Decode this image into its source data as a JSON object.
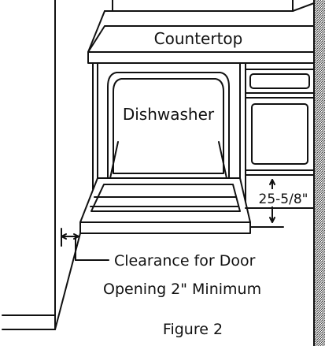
{
  "diagram": {
    "labels": {
      "countertop": "Countertop",
      "dishwasher": "Dishwasher",
      "dimension": "25-5/8\"",
      "clearance_line1": "Clearance for Door",
      "clearance_line2": "Opening 2\" Minimum",
      "figure_caption": "Figure 2"
    },
    "colors": {
      "line": "#111111",
      "background": "#ffffff",
      "hatch": "#333333"
    }
  }
}
